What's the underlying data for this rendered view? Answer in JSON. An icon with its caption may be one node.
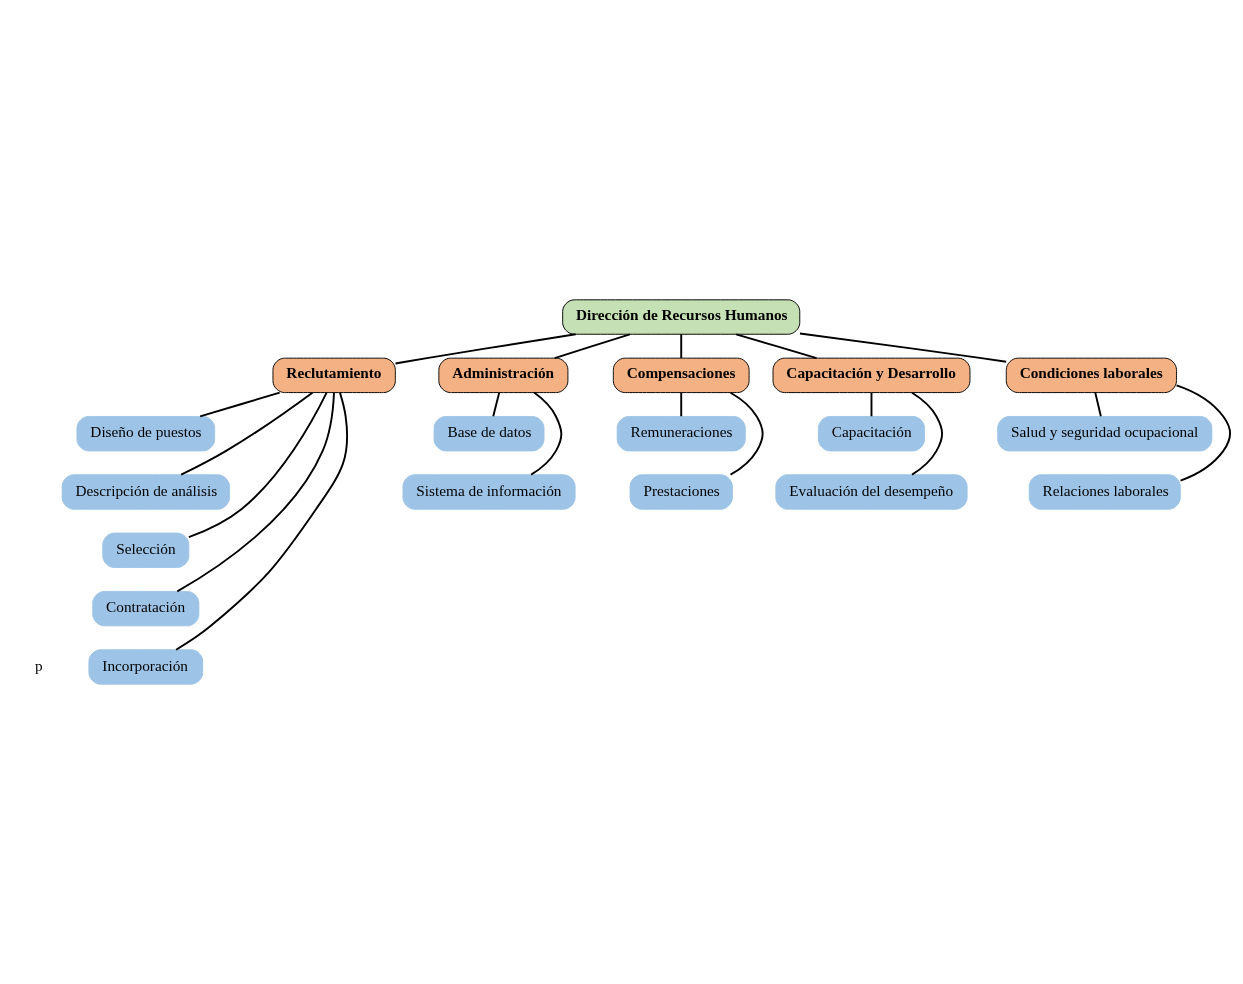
{
  "diagram": {
    "nodes": [
      {
        "text": [
          "Dirección de Recursos Humanos"
        ]
      },
      {
        "text": [
          "Reclutamiento"
        ]
      },
      {
        "text": [
          "Administración"
        ]
      },
      {
        "text": [
          "Compensaciones"
        ]
      },
      {
        "text": [
          "Capacitación y Desarrollo"
        ]
      },
      {
        "text": [
          "Condiciones laborales"
        ]
      },
      {
        "text": [
          "Diseño de puestos"
        ]
      },
      {
        "text": [
          "Descripción de análisis"
        ]
      },
      {
        "text": [
          "Selección"
        ]
      },
      {
        "text": [
          "Contratación"
        ]
      },
      {
        "text": [
          "Incorporación"
        ]
      },
      {
        "text": [
          "Base de datos"
        ]
      },
      {
        "text": [
          "Sistema de información"
        ]
      },
      {
        "text": [
          "Remuneraciones"
        ]
      },
      {
        "text": [
          "Prestaciones"
        ]
      },
      {
        "text": [
          "Capacitación"
        ]
      },
      {
        "text": [
          "Evaluación del desempeño"
        ]
      },
      {
        "text": [
          "Salud y seguridad ocupacional"
        ]
      },
      {
        "text": [
          "Relaciones laborales"
        ]
      }
    ],
    "edges": [
      {
        "from": 0,
        "to": 1,
        "arrow": "none"
      },
      {
        "from": 0,
        "to": 2,
        "arrow": "none"
      },
      {
        "from": 0,
        "to": 3,
        "arrow": "none"
      },
      {
        "from": 0,
        "to": 4,
        "arrow": "none"
      },
      {
        "from": 0,
        "to": 5,
        "arrow": "none"
      },
      {
        "from": 1,
        "to": 6,
        "arrow": "none"
      },
      {
        "from": 1,
        "to": 7,
        "arrow": "none"
      },
      {
        "from": 1,
        "to": 8,
        "arrow": "none"
      },
      {
        "from": 1,
        "to": 9,
        "arrow": "none"
      },
      {
        "from": 1,
        "to": 10,
        "arrow": "none"
      },
      {
        "from": 2,
        "to": 11,
        "arrow": "none"
      },
      {
        "from": 2,
        "to": 12,
        "arrow": "none"
      },
      {
        "from": 3,
        "to": 13,
        "arrow": "none"
      },
      {
        "from": 3,
        "to": 14,
        "arrow": "none"
      },
      {
        "from": 4,
        "to": 15,
        "arrow": "none"
      },
      {
        "from": 4,
        "to": 16,
        "arrow": "none"
      },
      {
        "from": 5,
        "to": 17,
        "arrow": "none"
      },
      {
        "from": 5,
        "to": 18,
        "arrow": "none"
      }
    ],
    "labels": [
      "p"
    ]
  }
}
